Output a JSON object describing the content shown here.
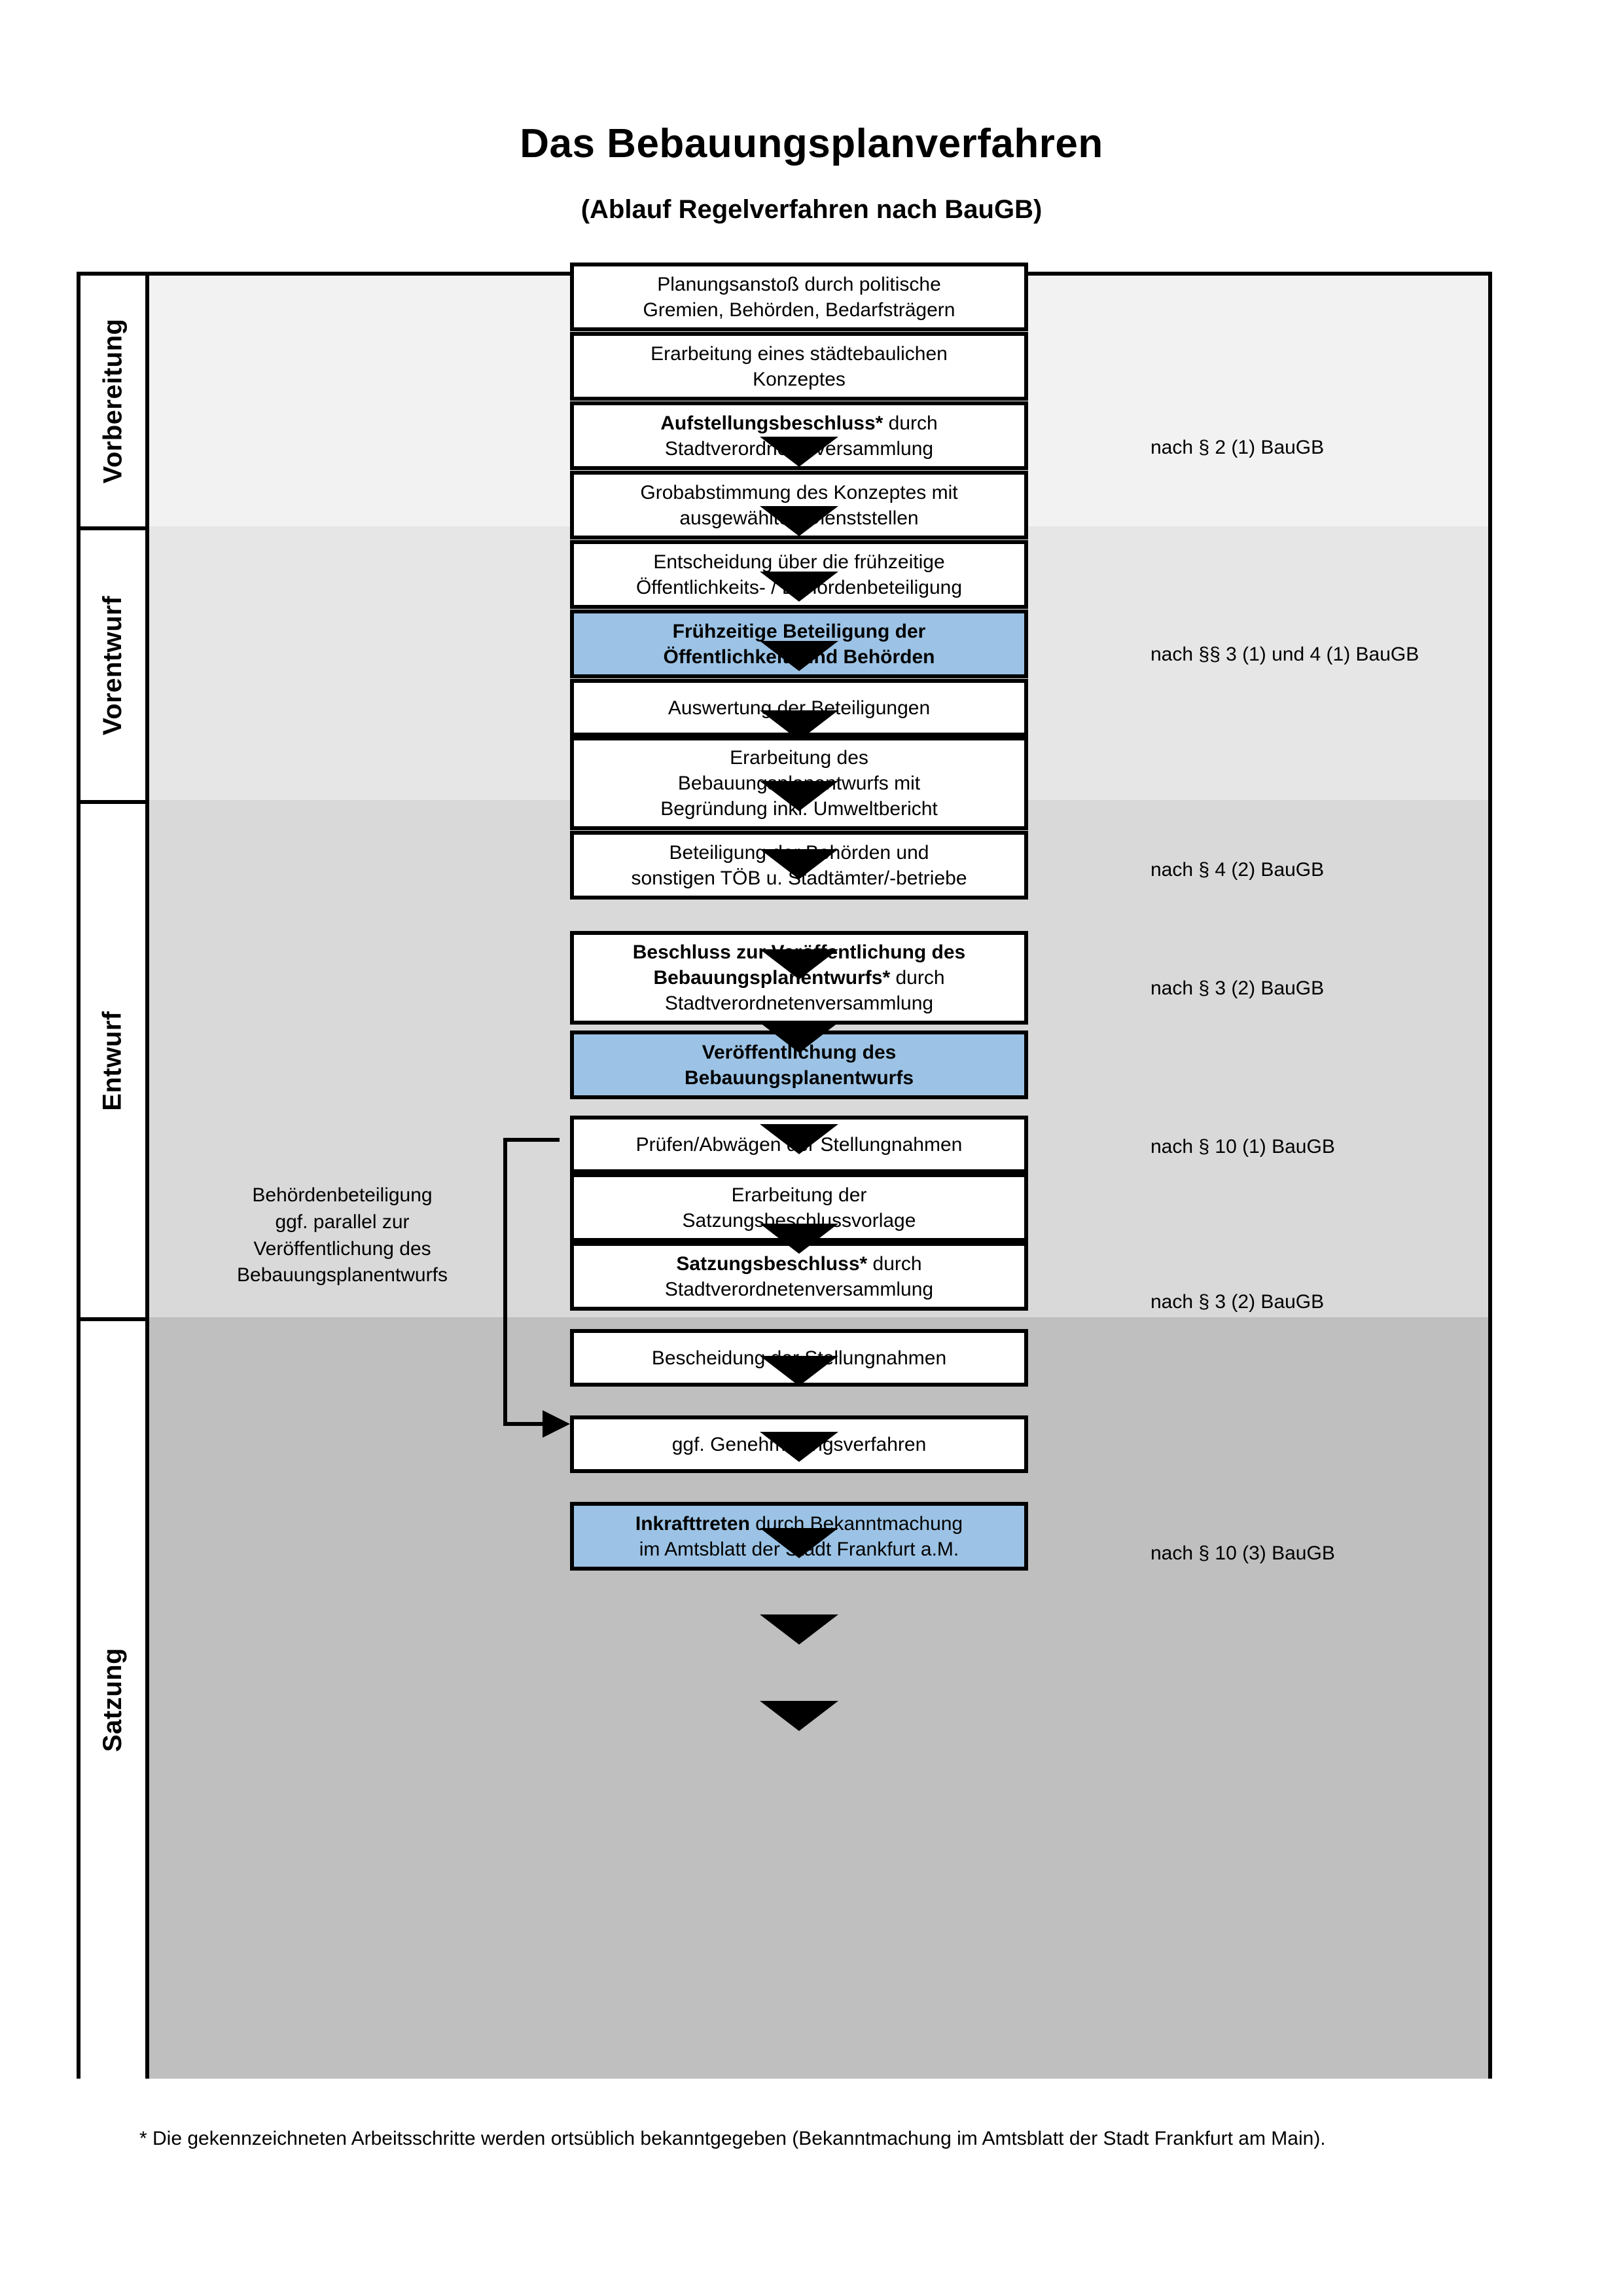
{
  "title": "Das Bebauungsplanverfahren",
  "subtitle": "(Ablauf Regelverfahren nach BauGB)",
  "phases": [
    {
      "label": "Vorbereitung",
      "bg": "#f2f2f2"
    },
    {
      "label": "Vorentwurf",
      "bg": "#e6e6e6"
    },
    {
      "label": "Entwurf",
      "bg": "#d9d9d9"
    },
    {
      "label": "Satzung",
      "bg": "#bfbfbf"
    }
  ],
  "colors": {
    "highlight_blue": "#9cc3e5",
    "border_black": "#000000",
    "band_vorbereitung": "#f2f2f2",
    "band_vorentwurf": "#e6e6e6",
    "band_entwurf": "#d9d9d9",
    "band_satzung": "#bfbfbf"
  },
  "steps": [
    {
      "id": 1,
      "line1": "Planungsanstoß durch politische",
      "line2": "Gremien, Behörden, Bedarfsträgern",
      "line3": "",
      "bold1": false,
      "highlight": false
    },
    {
      "id": 2,
      "line1": "Erarbeitung eines städtebaulichen",
      "line2": "Konzeptes",
      "line3": "",
      "bold1": false,
      "highlight": false
    },
    {
      "id": 3,
      "line1": "Aufstellungsbeschluss*",
      "line1b": " durch",
      "line2": "Stadtverordnetenversammlung",
      "line3": "",
      "bold1": true,
      "highlight": false
    },
    {
      "id": 4,
      "line1": "Grobabstimmung des Konzeptes mit",
      "line2": "ausgewählten Dienststellen",
      "line3": "",
      "bold1": false,
      "highlight": false
    },
    {
      "id": 5,
      "line1": "Entscheidung über die frühzeitige",
      "line2": "Öffentlichkeits- / Behördenbeteiligung",
      "line3": "",
      "bold1": false,
      "highlight": false
    },
    {
      "id": 6,
      "line1": "Frühzeitige Beteiligung der",
      "line2": "Öffentlichkeit* und Behörden",
      "line3": "",
      "bold1": true,
      "highlight": true
    },
    {
      "id": 7,
      "line1": "Auswertung der Beteiligungen",
      "line2": "",
      "line3": "",
      "bold1": false,
      "highlight": false
    },
    {
      "id": 8,
      "line1": "Erarbeitung des",
      "line2": "Bebauungsplanentwurfs mit",
      "line3": "Begründung inkl. Umweltbericht",
      "bold1": false,
      "highlight": false
    },
    {
      "id": 9,
      "line1": "Beteiligung der Behörden und",
      "line2": "sonstigen TÖB u. Stadtämter/-betriebe",
      "line3": "",
      "bold1": false,
      "highlight": false
    },
    {
      "id": 10,
      "line1": "Beschluss zur Veröffentlichung des",
      "line2": "Bebauungsplanentwurfs*",
      "line2b": " durch",
      "line3": "Stadtverordnetenversammlung",
      "bold1": true,
      "highlight": false
    },
    {
      "id": 11,
      "line1": "Veröffentlichung des",
      "line2": "Bebauungsplanentwurfs",
      "line3": "",
      "bold1": true,
      "highlight": true
    },
    {
      "id": 12,
      "line1": "Prüfen/Abwägen der Stellungnahmen",
      "line2": "",
      "line3": "",
      "bold1": false,
      "highlight": false
    },
    {
      "id": 13,
      "line1": "Erarbeitung der",
      "line2": "Satzungsbeschlussvorlage",
      "line3": "",
      "bold1": false,
      "highlight": false
    },
    {
      "id": 14,
      "line1": "Satzungsbeschluss*",
      "line1b": " durch",
      "line2": "Stadtverordnetenversammlung",
      "line3": "",
      "bold1": true,
      "highlight": false
    },
    {
      "id": 15,
      "line1": "Bescheidung der Stellungnahmen",
      "line2": "",
      "line3": "",
      "bold1": false,
      "highlight": false
    },
    {
      "id": 16,
      "line1": "ggf. Genehmigungsverfahren",
      "line2": "",
      "line3": "",
      "bold1": false,
      "highlight": false
    },
    {
      "id": 17,
      "line1": "Inkrafttreten",
      "line1b": " durch Bekanntmachung",
      "line2": "im Amtsblatt der Stadt Frankfurt a.M.",
      "line3": "",
      "bold1": true,
      "highlight": true
    }
  ],
  "legal_refs": [
    {
      "text": "nach § 2 (1) BauGB"
    },
    {
      "text": "nach §§ 3 (1) und 4 (1) BauGB"
    },
    {
      "text": "nach § 4 (2) BauGB"
    },
    {
      "text": "nach § 3 (2) BauGB"
    },
    {
      "text": "nach § 3 (2) BauGB"
    },
    {
      "text": "nach § 10 (1) BauGB"
    },
    {
      "text": "nach § 10 (3) BauGB"
    }
  ],
  "entwurf_note": {
    "line1": "Behördenbeteiligung",
    "line2": "ggf. parallel zur",
    "line3": "Veröffentlichung des",
    "line4": "Bebauungsplanentwurfs"
  },
  "footnote": "* Die gekennzeichneten Arbeitsschritte werden ortsüblich bekanntgegeben (Bekanntmachung im Amtsblatt  der Stadt Frankfurt am Main)."
}
